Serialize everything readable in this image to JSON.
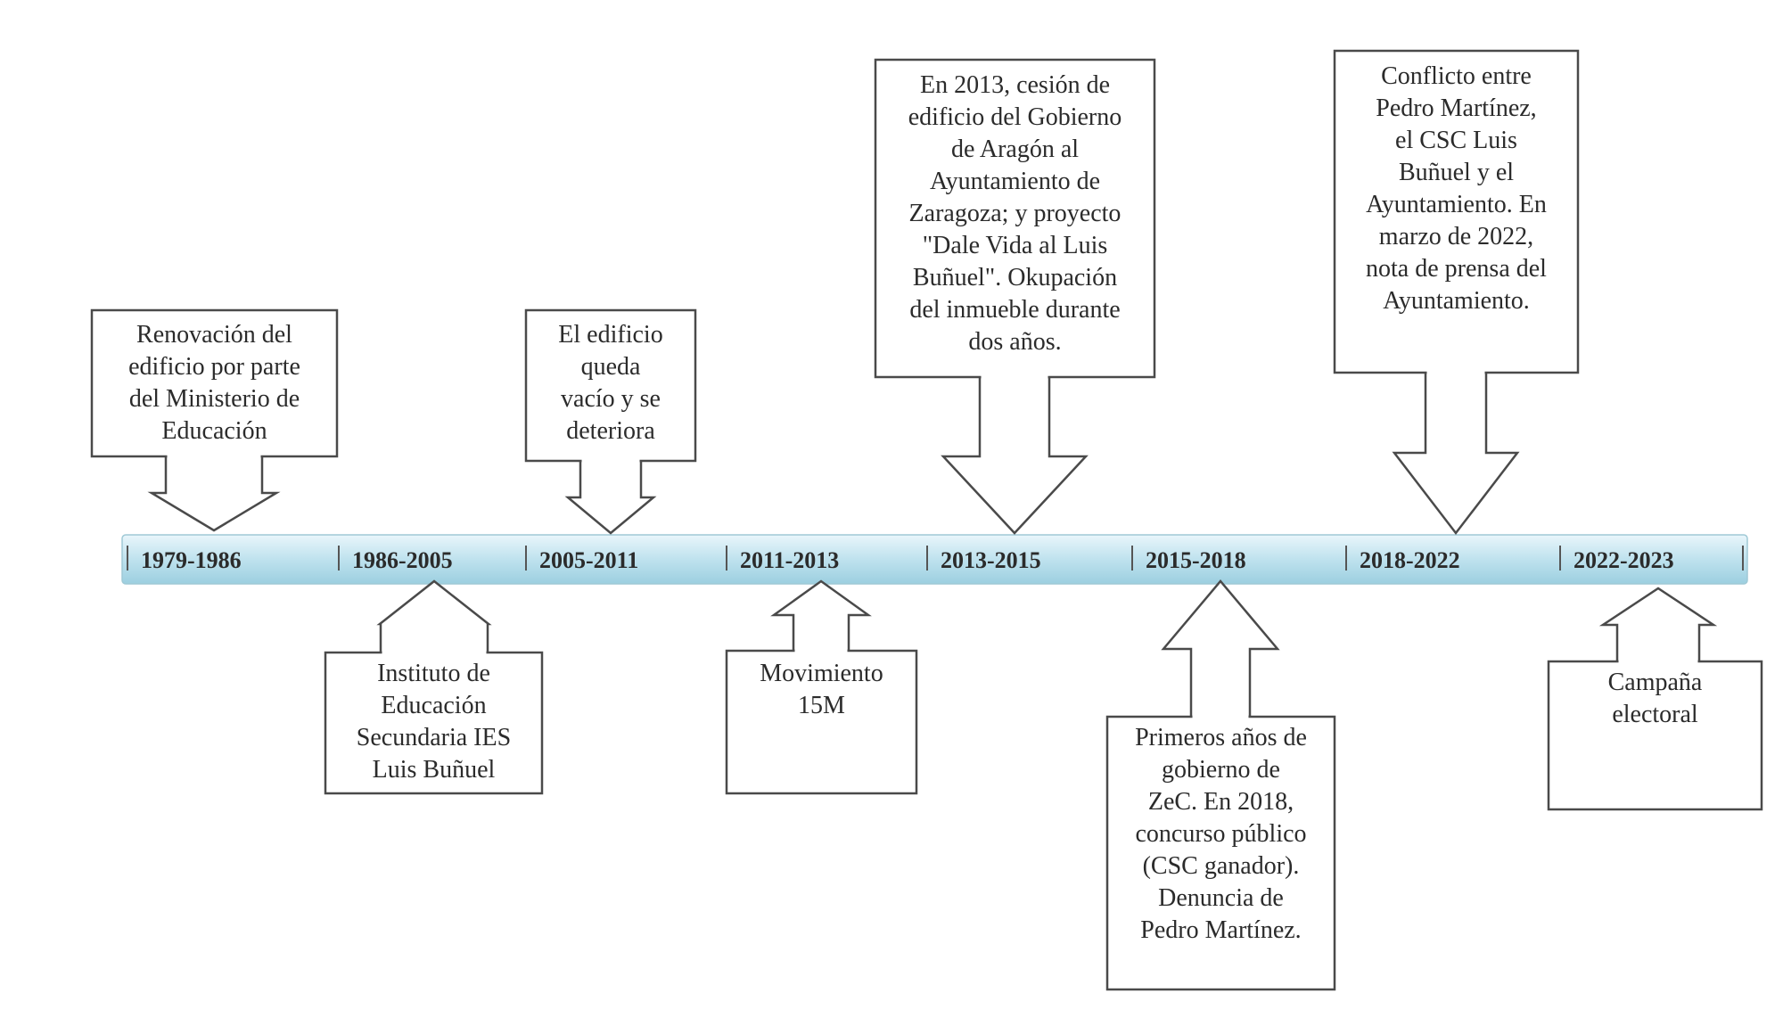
{
  "timeline": {
    "bar_color": "#bfe2ee",
    "periods": [
      "1979-1986",
      "1986-2005",
      "2005-2011",
      "2011-2013",
      "2013-2015",
      "2015-2018",
      "2018-2022",
      "2022-2023"
    ]
  },
  "events": [
    {
      "id": "event-renovacion",
      "position": "above",
      "lines": [
        "Renovación del",
        "edificio por parte",
        "del Ministerio de",
        "Educación"
      ]
    },
    {
      "id": "event-instituto",
      "position": "below",
      "lines": [
        "Instituto de",
        "Educación",
        "Secundaria IES",
        "Luis Buñuel"
      ]
    },
    {
      "id": "event-edificio-vacio",
      "position": "above",
      "lines": [
        "El edificio",
        "queda",
        "vacío y se",
        "deteriora"
      ]
    },
    {
      "id": "event-movimiento-15m",
      "position": "below",
      "lines": [
        "Movimiento",
        "15M"
      ]
    },
    {
      "id": "event-cesion-2013",
      "position": "above",
      "lines": [
        "En 2013, cesión de",
        "edificio del Gobierno",
        "de Aragón al",
        "Ayuntamiento de",
        "Zaragoza; y proyecto",
        "\"Dale Vida al Luis",
        "Buñuel\". Okupación",
        "del inmueble durante",
        "dos años."
      ]
    },
    {
      "id": "event-zec",
      "position": "below",
      "lines": [
        "Primeros años de",
        "gobierno de",
        "ZeC. En 2018,",
        "concurso público",
        "(CSC ganador).",
        "Denuncia de",
        "Pedro Martínez."
      ]
    },
    {
      "id": "event-conflicto",
      "position": "above",
      "lines": [
        "Conflicto entre",
        "Pedro Martínez,",
        "el CSC Luis",
        "Buñuel y el",
        "Ayuntamiento. En",
        "marzo de 2022,",
        "nota de prensa del",
        "Ayuntamiento."
      ]
    },
    {
      "id": "event-campana",
      "position": "below",
      "lines": [
        "Campaña",
        "electoral"
      ]
    }
  ]
}
